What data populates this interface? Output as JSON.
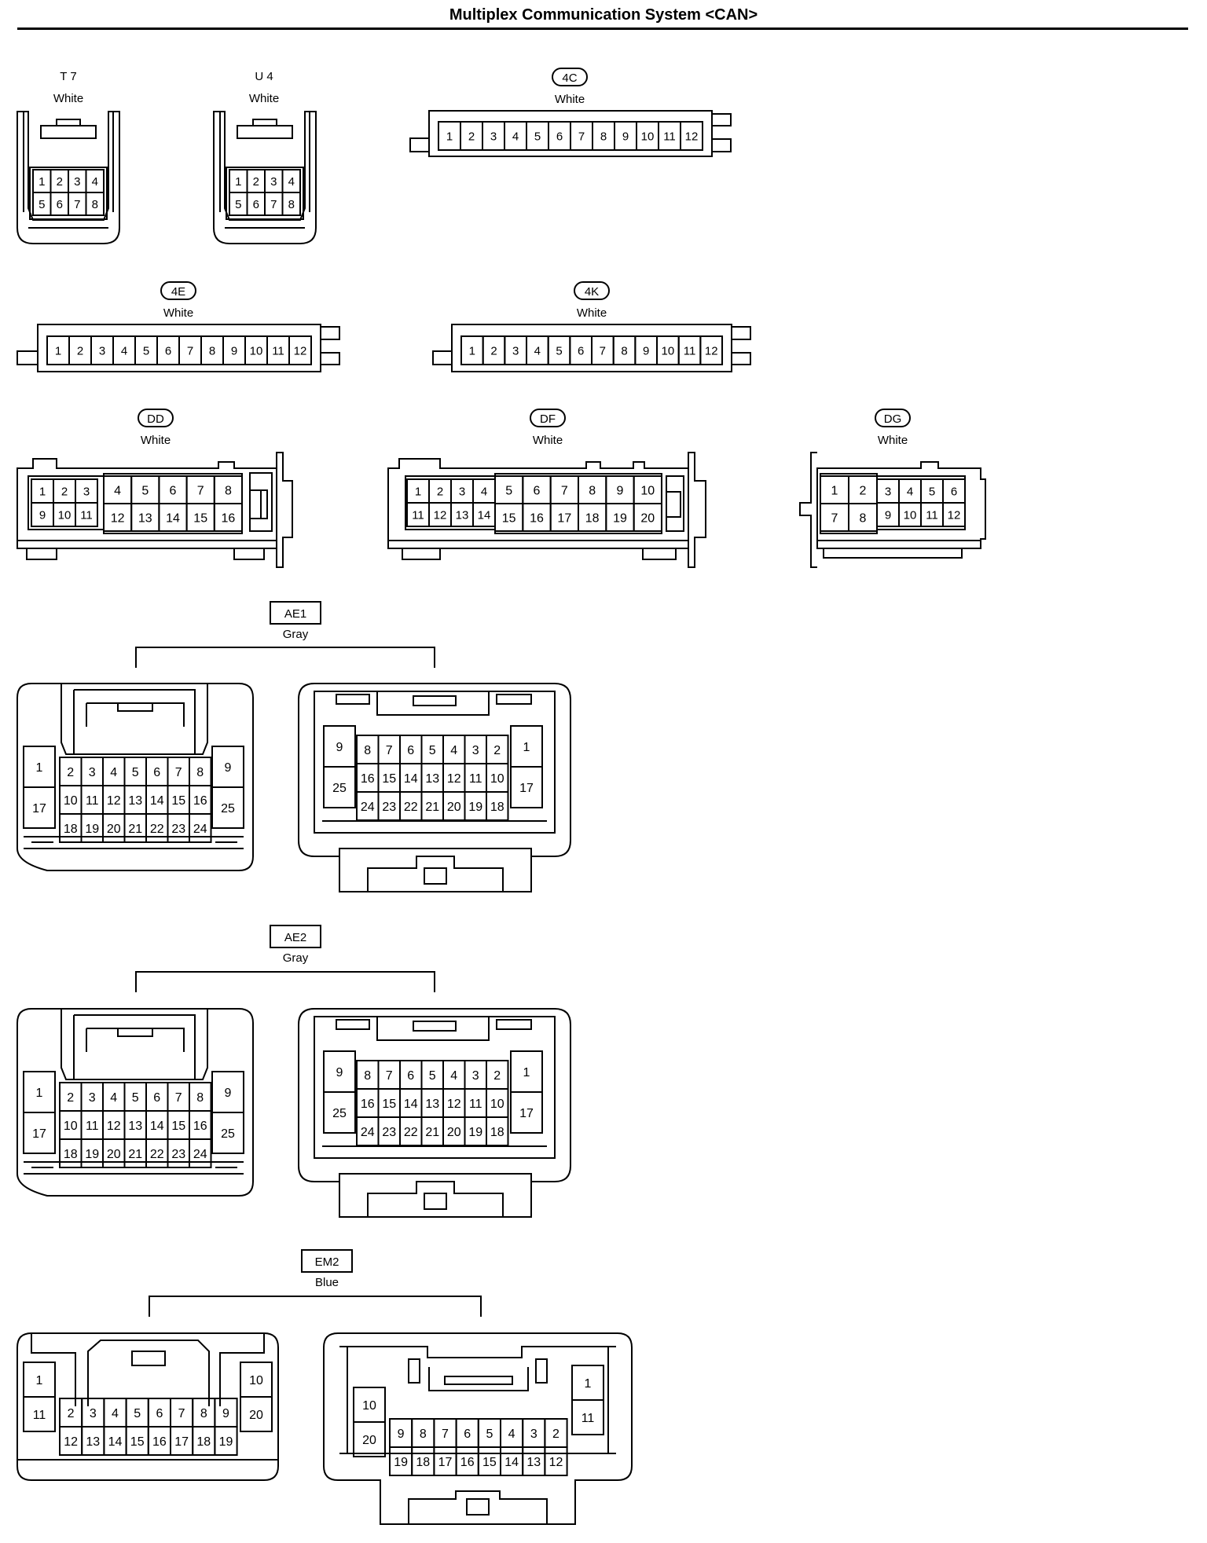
{
  "title": "Multiplex Communication System <CAN>",
  "connectors": {
    "T7": {
      "code": "T 7",
      "color": "White",
      "rows": [
        [
          "1",
          "2",
          "3",
          "4"
        ],
        [
          "5",
          "6",
          "7",
          "8"
        ]
      ]
    },
    "U4": {
      "code": "U 4",
      "color": "White",
      "rows": [
        [
          "1",
          "2",
          "3",
          "4"
        ],
        [
          "5",
          "6",
          "7",
          "8"
        ]
      ]
    },
    "C4C": {
      "code": "4C",
      "color": "White",
      "rows": [
        [
          "1",
          "2",
          "3",
          "4",
          "5",
          "6",
          "7",
          "8",
          "9",
          "10",
          "11",
          "12"
        ]
      ]
    },
    "C4E": {
      "code": "4E",
      "color": "White",
      "rows": [
        [
          "1",
          "2",
          "3",
          "4",
          "5",
          "6",
          "7",
          "8",
          "9",
          "10",
          "11",
          "12"
        ]
      ]
    },
    "C4K": {
      "code": "4K",
      "color": "White",
      "rows": [
        [
          "1",
          "2",
          "3",
          "4",
          "5",
          "6",
          "7",
          "8",
          "9",
          "10",
          "11",
          "12"
        ]
      ]
    },
    "DD": {
      "code": "DD",
      "color": "White",
      "small": [
        [
          "1",
          "2",
          "3"
        ],
        [
          "9",
          "10",
          "11"
        ]
      ],
      "large": [
        [
          "4",
          "5",
          "6",
          "7",
          "8"
        ],
        [
          "12",
          "13",
          "14",
          "15",
          "16"
        ]
      ]
    },
    "DF": {
      "code": "DF",
      "color": "White",
      "small": [
        [
          "1",
          "2",
          "3",
          "4"
        ],
        [
          "11",
          "12",
          "13",
          "14"
        ]
      ],
      "large": [
        [
          "5",
          "6",
          "7",
          "8",
          "9",
          "10"
        ],
        [
          "15",
          "16",
          "17",
          "18",
          "19",
          "20"
        ]
      ]
    },
    "DG": {
      "code": "DG",
      "color": "White",
      "large": [
        [
          "1",
          "2"
        ],
        [
          "7",
          "8"
        ]
      ],
      "small": [
        [
          "3",
          "4",
          "5",
          "6"
        ],
        [
          "9",
          "10",
          "11",
          "12"
        ]
      ]
    },
    "AE1": {
      "code": "AE1",
      "color": "Gray",
      "left": {
        "col_l": [
          "1",
          "17"
        ],
        "col_r": [
          "9",
          "25"
        ],
        "center": [
          [
            "2",
            "3",
            "4",
            "5",
            "6",
            "7",
            "8"
          ],
          [
            "10",
            "11",
            "12",
            "13",
            "14",
            "15",
            "16"
          ],
          [
            "18",
            "19",
            "20",
            "21",
            "22",
            "23",
            "24"
          ]
        ]
      },
      "right": {
        "col_l": [
          "9",
          "25"
        ],
        "col_r": [
          "1",
          "17"
        ],
        "center": [
          [
            "8",
            "7",
            "6",
            "5",
            "4",
            "3",
            "2"
          ],
          [
            "16",
            "15",
            "14",
            "13",
            "12",
            "11",
            "10"
          ],
          [
            "24",
            "23",
            "22",
            "21",
            "20",
            "19",
            "18"
          ]
        ]
      }
    },
    "AE2": {
      "code": "AE2",
      "color": "Gray",
      "left": {
        "col_l": [
          "1",
          "17"
        ],
        "col_r": [
          "9",
          "25"
        ],
        "center": [
          [
            "2",
            "3",
            "4",
            "5",
            "6",
            "7",
            "8"
          ],
          [
            "10",
            "11",
            "12",
            "13",
            "14",
            "15",
            "16"
          ],
          [
            "18",
            "19",
            "20",
            "21",
            "22",
            "23",
            "24"
          ]
        ]
      },
      "right": {
        "col_l": [
          "9",
          "25"
        ],
        "col_r": [
          "1",
          "17"
        ],
        "center": [
          [
            "8",
            "7",
            "6",
            "5",
            "4",
            "3",
            "2"
          ],
          [
            "16",
            "15",
            "14",
            "13",
            "12",
            "11",
            "10"
          ],
          [
            "24",
            "23",
            "22",
            "21",
            "20",
            "19",
            "18"
          ]
        ]
      }
    },
    "EM2": {
      "code": "EM2",
      "color": "Blue",
      "left": {
        "col_l": [
          "1",
          "11"
        ],
        "col_r": [
          "10",
          "20"
        ],
        "center": [
          [
            "2",
            "3",
            "4",
            "5",
            "6",
            "7",
            "8",
            "9"
          ],
          [
            "12",
            "13",
            "14",
            "15",
            "16",
            "17",
            "18",
            "19"
          ]
        ]
      },
      "right": {
        "col_l": [
          "10",
          "20"
        ],
        "col_r": [
          "1",
          "11"
        ],
        "center": [
          [
            "9",
            "8",
            "7",
            "6",
            "5",
            "4",
            "3",
            "2"
          ],
          [
            "19",
            "18",
            "17",
            "16",
            "15",
            "14",
            "13",
            "12"
          ]
        ]
      }
    }
  }
}
